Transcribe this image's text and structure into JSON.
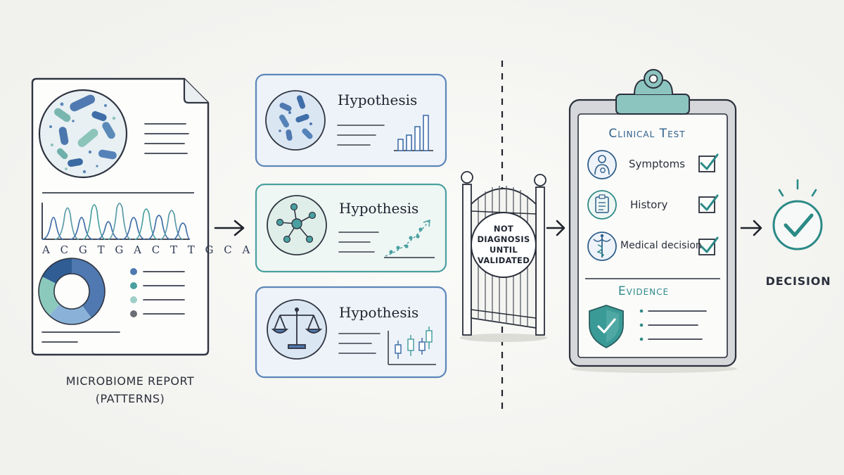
{
  "report": {
    "sequence": "A C G T G A C T T G C A",
    "caption_line1": "MICROBIOME REPORT",
    "caption_line2": "(PATTERNS)"
  },
  "hypotheses": [
    {
      "label": "Hypothesis",
      "icon": "bacteria-icon",
      "chart": "bar-chart-icon"
    },
    {
      "label": "Hypothesis",
      "icon": "network-icon",
      "chart": "scatter-trend-icon"
    },
    {
      "label": "Hypothesis",
      "icon": "balance-scale-icon",
      "chart": "box-plot-icon"
    }
  ],
  "gate": {
    "sign_line1": "NOT",
    "sign_line2": "DIAGNOSIS",
    "sign_line3": "UNTIL",
    "sign_line4": "VALIDATED"
  },
  "clipboard": {
    "title": "Clinical Test",
    "items": [
      {
        "label": "Symptoms",
        "icon": "patient-icon",
        "checked": true
      },
      {
        "label": "History",
        "icon": "clipboard-list-icon",
        "checked": true
      },
      {
        "label": "Medical decision",
        "icon": "caduceus-icon",
        "checked": true
      }
    ],
    "evidence_title": "Evidence",
    "evidence_icon": "shield-check-icon"
  },
  "decision": {
    "label": "DECISION",
    "icon": "check-circle-icon"
  },
  "colors": {
    "ink": "#2a2f3a",
    "blue": "#5b86b8",
    "teal": "#4aa0a0",
    "light_teal": "#9fd0c8",
    "green_check": "#2a8a86",
    "panel_blue": "#eef3fa",
    "panel_teal": "#eef7f4"
  }
}
